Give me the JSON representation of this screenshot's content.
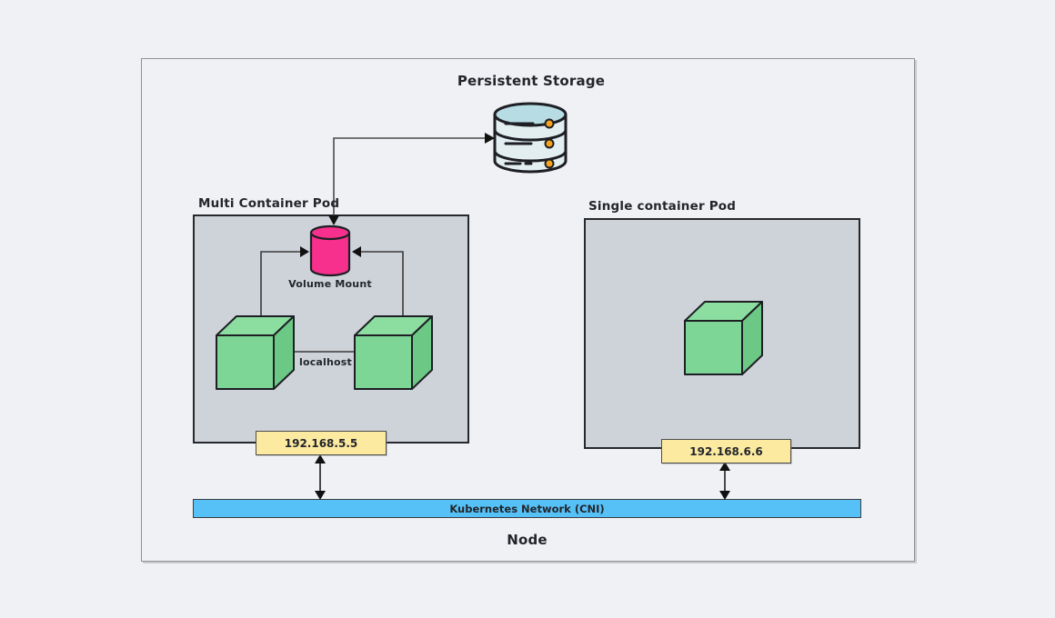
{
  "canvas": {
    "node_label": "Node",
    "storage": {
      "label": "Persistent Storage"
    },
    "multi_pod": {
      "title": "Multi Container Pod",
      "volume_mount_label": "Volume Mount",
      "localhost_label": "localhost",
      "ip": "192.168.5.5"
    },
    "single_pod": {
      "title": "Single container Pod",
      "ip": "192.168.6.6"
    },
    "network": {
      "label": "Kubernetes Network (CNI)"
    },
    "colors": {
      "container_green": "#7dd596",
      "container_green_top": "#8bdda0",
      "container_green_side": "#6cc985",
      "volume_pink": "#f6308c",
      "network_blue": "#55c1f7",
      "ip_yellow": "#fceaa1",
      "pod_gray": "#ced3da",
      "storage_body_blue": "#e3eef1",
      "storage_top_blue": "#b8dce4",
      "storage_dot_orange": "#f6a21c",
      "outline_dark": "#1d1f24"
    }
  }
}
